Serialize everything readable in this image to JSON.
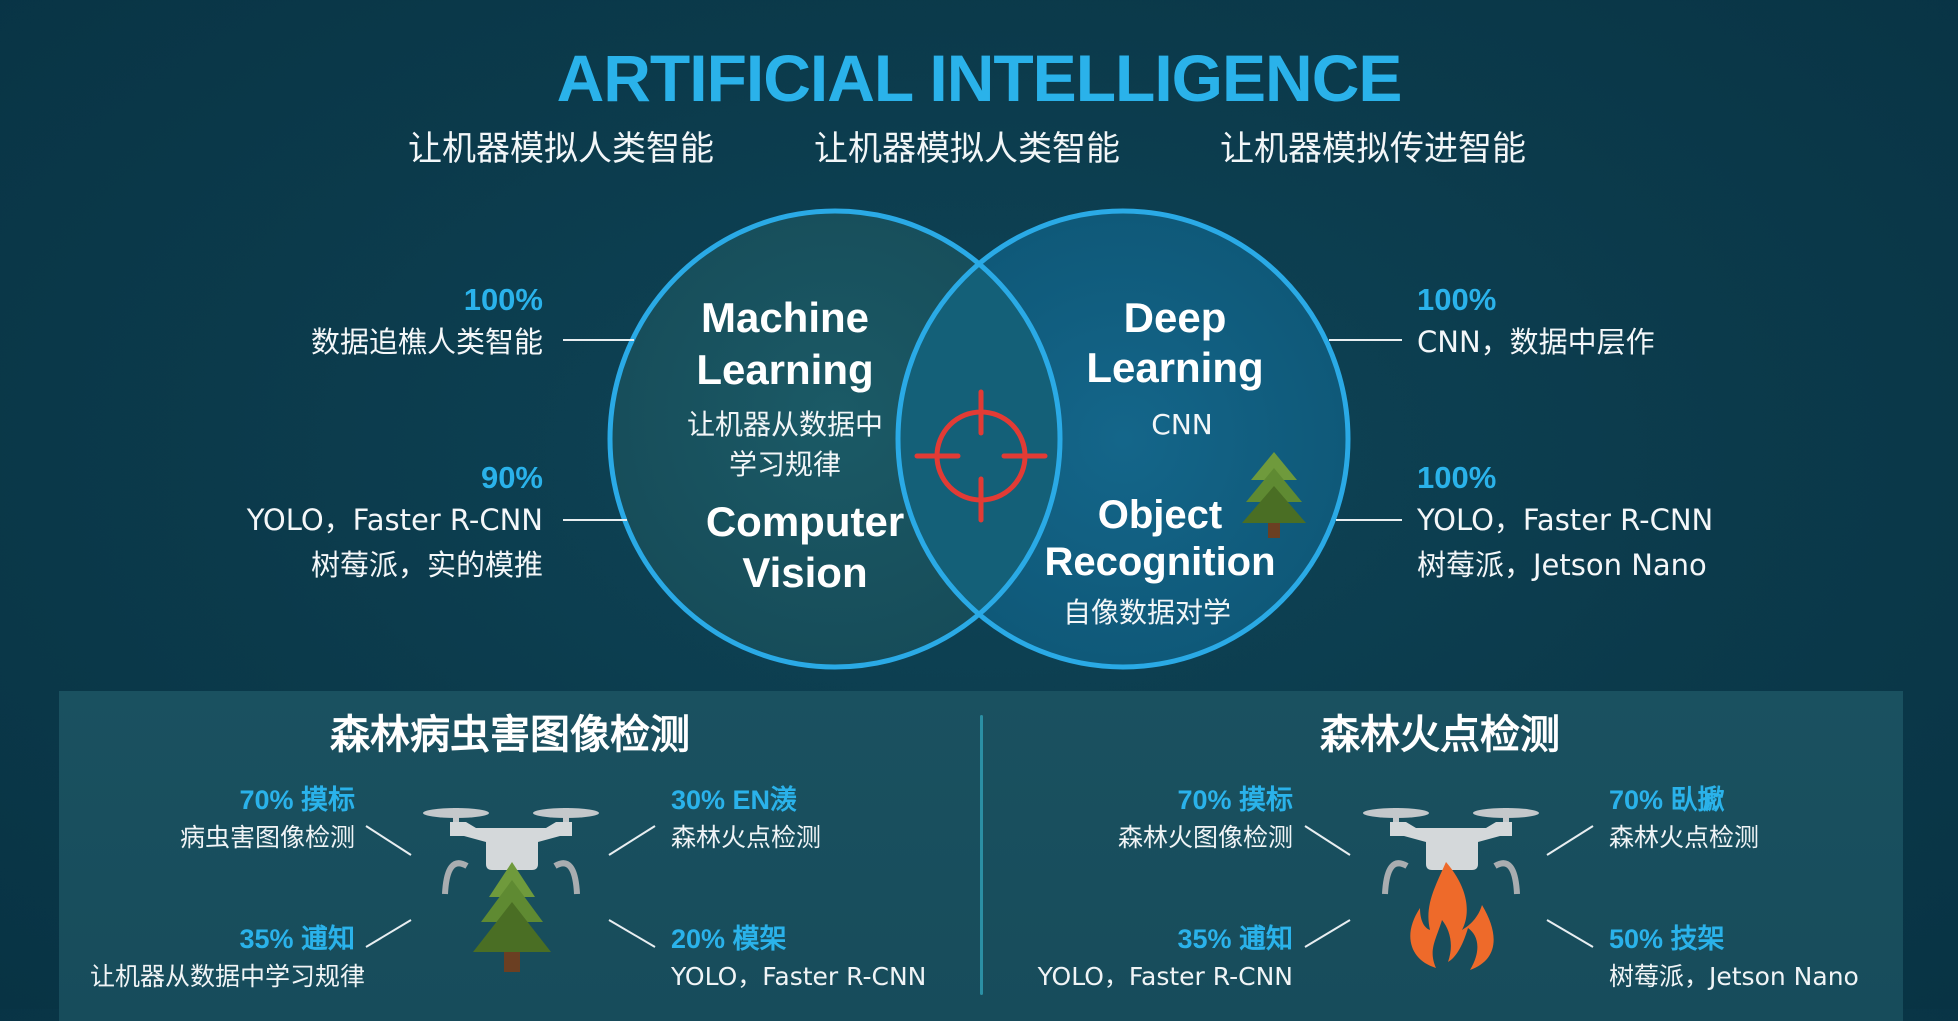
{
  "header": {
    "title": "ARTIFICIAL INTELLIGENCE",
    "subtitles": [
      "让机器模拟人类智能",
      "让机器模拟人类智能",
      "让机器模拟传进智能"
    ]
  },
  "left_stats": [
    {
      "percent": "100%",
      "lines": [
        "数据追樵人类智能"
      ]
    },
    {
      "percent": "90%",
      "lines": [
        "YOLO，Faster R-CNN",
        "树莓派，实的模推"
      ]
    }
  ],
  "right_stats": [
    {
      "percent": "100%",
      "lines": [
        "CNN，数据中层作"
      ]
    },
    {
      "percent": "100%",
      "lines": [
        "YOLO，Faster R-CNN",
        "树莓派，Jetson Nano"
      ]
    }
  ],
  "venn": {
    "left": {
      "title_lines": [
        "Machine",
        "Learning"
      ],
      "subtitle_lines": [
        "让机器从数据中",
        "学习规律"
      ],
      "bottom_title_lines": [
        "Computer",
        "Vision"
      ]
    },
    "right": {
      "title_lines": [
        "Deep",
        "Learning"
      ],
      "subtitle": "CNN",
      "bottom_title_lines": [
        "Object",
        "Recognition"
      ],
      "bottom_subtitle": "自像数据对学"
    },
    "center_icon": "crosshair-target-icon",
    "colors": {
      "stroke": "#2aaae6",
      "left_fill": "#17505e",
      "right_fill": "#0f5a7a",
      "crosshair": "#e23b35",
      "tree_light": "#6f9a3c",
      "tree_dark": "#4a6e24",
      "trunk": "#6b3f22"
    }
  },
  "panels": [
    {
      "title": "森林病虫害图像检测",
      "center_icons": [
        "drone-icon",
        "pine-tree-icon"
      ],
      "items": [
        {
          "position": "top-left",
          "percent_label": "70% 摸标",
          "text": "病虫害图像检测"
        },
        {
          "position": "top-right",
          "percent_label": "30% EN㵪",
          "text": "森林火点检测"
        },
        {
          "position": "bottom-left",
          "percent_label": "35% 逋知",
          "text": "让机器从数据中学习规律"
        },
        {
          "position": "bottom-right",
          "percent_label": "20% 模架",
          "text": "YOLO，Faster R-CNN"
        }
      ]
    },
    {
      "title": "森林火点检测",
      "center_icons": [
        "drone-icon",
        "fire-icon"
      ],
      "items": [
        {
          "position": "top-left",
          "percent_label": "70% 摸标",
          "text": "森林火图像检测"
        },
        {
          "position": "top-right",
          "percent_label": "70% 臥擨",
          "text": "森林火点检测"
        },
        {
          "position": "bottom-left",
          "percent_label": "35% 逋知",
          "text": "YOLO，Faster R-CNN"
        },
        {
          "position": "bottom-right",
          "percent_label": "50% 技架",
          "text": "树莓派，Jetson Nano"
        }
      ]
    }
  ],
  "colors": {
    "background": "#0b3a4b",
    "panel": "#1a5160",
    "accent": "#2ab2ea",
    "divider": "#2b8fa4",
    "fire": "#ee6a2a",
    "drone": "#d4d8da"
  }
}
